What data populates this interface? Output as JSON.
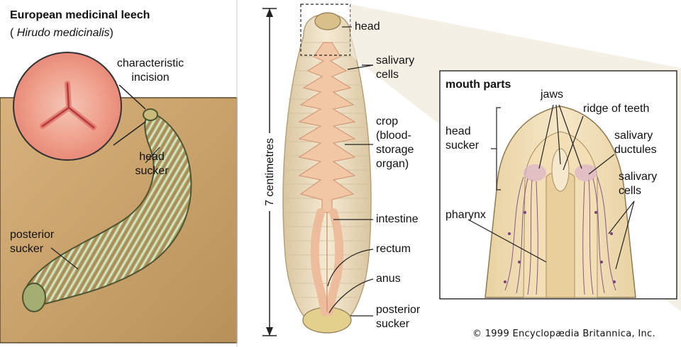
{
  "title": {
    "name": "European medicinal leech",
    "open_paren": "( ",
    "scientific": "Hirudo medicinalis",
    "close_paren": ")"
  },
  "left_panel": {
    "incision_line1": "characteristic",
    "incision_line2": "incision",
    "head_sucker_line1": "head",
    "head_sucker_line2": "sucker",
    "posterior_line1": "posterior",
    "posterior_line2": "sucker"
  },
  "middle_panel": {
    "scale": "7 centimetres",
    "head": "head",
    "salivary_cells_line1": "salivary",
    "salivary_cells_line2": "cells",
    "crop_line1": "crop",
    "crop_line2": "(blood-",
    "crop_line3": "storage",
    "crop_line4": "organ)",
    "intestine": "intestine",
    "rectum": "rectum",
    "anus": "anus",
    "posterior_line1": "posterior",
    "posterior_line2": "sucker"
  },
  "mouth_panel": {
    "title": "mouth parts",
    "jaws": "jaws",
    "ridge": "ridge of teeth",
    "head_sucker_line1": "head",
    "head_sucker_line2": "sucker",
    "ductules_line1": "salivary",
    "ductules_line2": "ductules",
    "cells_line1": "salivary",
    "cells_line2": "cells",
    "pharynx": "pharynx"
  },
  "copyright": "© 1999 Encyclopædia Britannica, Inc.",
  "colors": {
    "left_bg": "#c9a26d",
    "leech_green": "#8e9a5e",
    "leech_stripe": "#c97a4e",
    "body_tan": "#eddcbd",
    "gut": "#f2c7a6",
    "incision_red": "#e05a5a",
    "duct_purple": "#7b3f7e"
  }
}
